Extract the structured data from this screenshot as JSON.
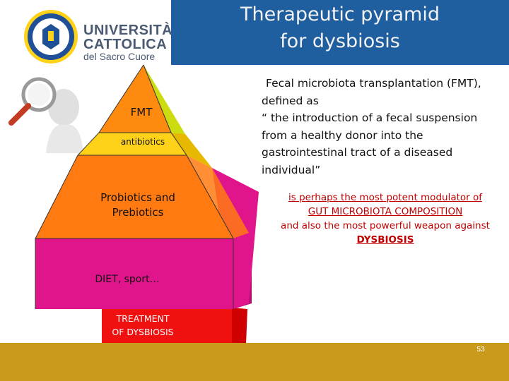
{
  "title": {
    "line1": "Therapeutic pyramid",
    "line2": "for dysbiosis"
  },
  "logo": {
    "line1": "UNIVERSITÀ",
    "line2": "CATTOLICA",
    "line3": "del Sacro Cuore"
  },
  "pyramid": {
    "levels": [
      {
        "label": "FMT",
        "color": "#ffd21a"
      },
      {
        "label": "antibiotics",
        "color": "#ffd21a"
      },
      {
        "label_line1": "Probiotics and",
        "label_line2": "Prebiotics",
        "color": "#ff7a10"
      },
      {
        "label": "DIET, sport…",
        "color": "#e0158c"
      }
    ],
    "base": {
      "line1": "TREATMENT",
      "line2": "OF DYSBIOSIS",
      "color": "#f01010"
    }
  },
  "description": {
    "line1": "Fecal microbiota transplantation (FMT),",
    "line2": "defined as",
    "line3": "“ the introduction of a fecal suspension",
    "line4": "from a healthy donor into the",
    "line5": "gastrointestinal tract of a diseased",
    "line6": "individual”"
  },
  "highlight": {
    "line1": "is perhaps the most potent modulator of",
    "line2": "GUT MICROBIOTA COMPOSITION",
    "line3": "and also the most powerful weapon against",
    "line4": "DYSBIOSIS"
  },
  "footer": {
    "page_number": "53"
  }
}
